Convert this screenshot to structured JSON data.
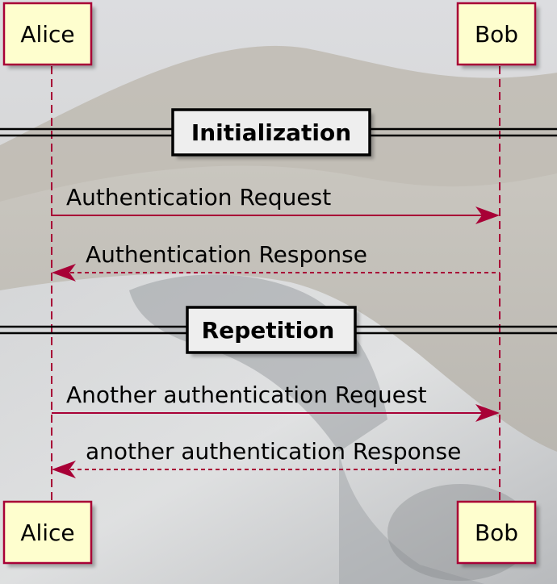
{
  "participants": {
    "alice": "Alice",
    "bob": "Bob"
  },
  "dividers": {
    "initialization": "Initialization",
    "repetition": "Repetition"
  },
  "messages": {
    "auth_request": "Authentication Request",
    "auth_response": "Authentication Response",
    "another_request": "Another authentication Request",
    "another_response": "another authentication Response"
  },
  "colors": {
    "participant_fill": "#fefece",
    "participant_border": "#a80036",
    "arrow": "#a80036",
    "divider_fill": "#eeeeee"
  }
}
